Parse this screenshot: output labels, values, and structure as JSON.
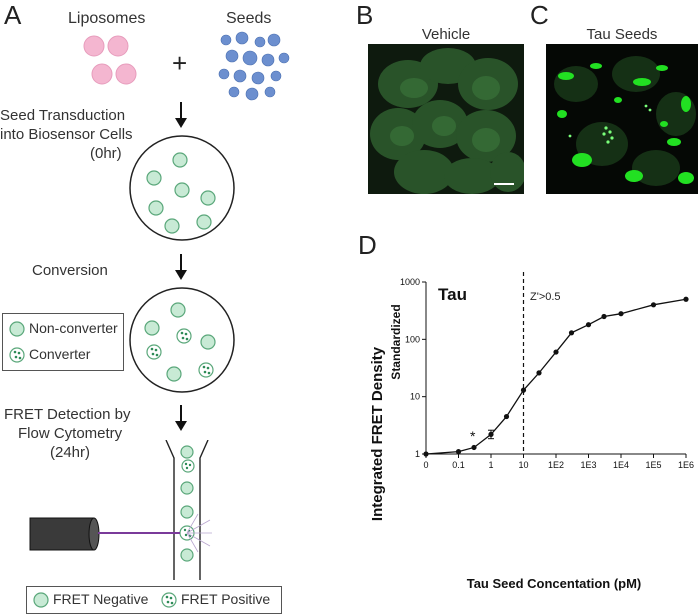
{
  "panels": {
    "a": "A",
    "b": "B",
    "c": "C",
    "d": "D"
  },
  "panel_a": {
    "liposomes_label": "Liposomes",
    "seeds_label": "Seeds",
    "plus": "+",
    "step1": [
      "Seed Transduction",
      "into Biosensor Cells",
      "(0hr)"
    ],
    "step2": "Conversion",
    "legend1": {
      "non_converter": "Non-converter",
      "converter": "Converter"
    },
    "step3": [
      "FRET Detection by",
      "Flow Cytometry",
      "(24hr)"
    ],
    "legend2": {
      "negative": "FRET Negative",
      "positive": "FRET Positive"
    }
  },
  "panel_b": {
    "title": "Vehicle"
  },
  "panel_c": {
    "title": "Tau Seeds"
  },
  "colors": {
    "cell_fill": "#c8ead5",
    "cell_stroke": "#5aa77a",
    "liposome": "#f4b6d0",
    "seed": "#6c8fcf",
    "gfp": "#22e022",
    "laser": "#7a3a9a"
  },
  "chart_data": {
    "type": "line",
    "title": "Tau",
    "xlabel": "Tau Seed Concentation (pM)",
    "ylabel": "Integrated FRET Density",
    "ylabel2": "Standardized",
    "y_scale": "log",
    "ylim": [
      1,
      1000
    ],
    "yticks": [
      "1",
      "10",
      "100",
      "1000"
    ],
    "xticks": [
      "0",
      "0.1",
      "1",
      "10",
      "1E2",
      "1E3",
      "1E4",
      "1E5",
      "1E6"
    ],
    "annotation": "Z'>0.5",
    "star": "*",
    "x": [
      0,
      0.1,
      0.3,
      1,
      3,
      10,
      30,
      100,
      300,
      1000,
      3000,
      10000,
      100000,
      1000000
    ],
    "y": [
      1.0,
      1.1,
      1.3,
      2.2,
      4.5,
      13,
      26,
      60,
      130,
      180,
      250,
      280,
      400,
      500
    ]
  }
}
